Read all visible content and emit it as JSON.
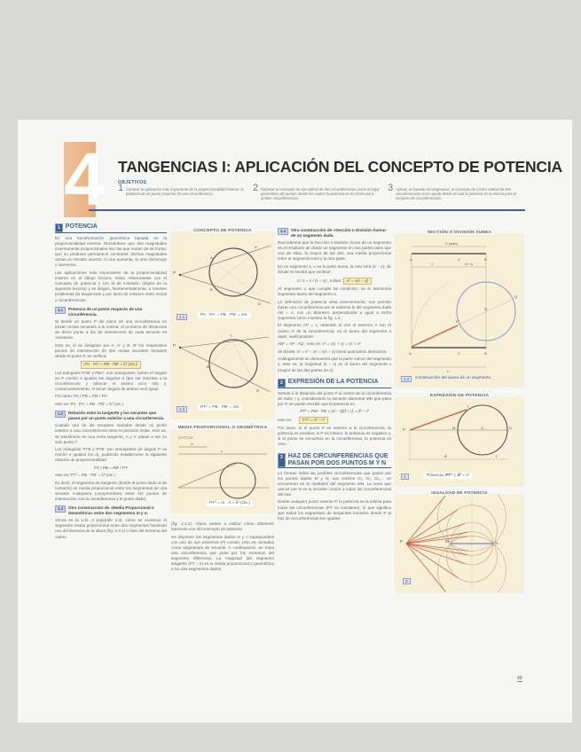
{
  "chapter": {
    "number": "4",
    "title": "TANGENCIAS I: APLICACIÓN DEL CONCEPTO DE POTENCIA"
  },
  "objectives": {
    "heading": "OBJETIVOS",
    "items": [
      {
        "n": "1",
        "text": "Conocer la aplicación más importante de la proporcionalidad inversa: la potencia de un punto respecto de una circunferencia."
      },
      {
        "n": "2",
        "text": "Razonar el concepto de eje radical de dos circunferencias como el lugar geométrico de puntos desde los cuales la potencia es la misma para ambas circunferencias."
      },
      {
        "n": "3",
        "text": "Aplicar, al trazado de tangencias, el concepto de centro radical de tres circunferencias como punto desde el cual la potencia es la misma para el conjunto de circunferencias."
      }
    ]
  },
  "col1": {
    "s1_badge": "1",
    "s1_title": "POTENCIA",
    "p1": "Es una transformación geométrica basada en la proporcionalidad inversa. Recuérdese que dos magnitudes inversamente proporcionales son las que varían de tal forma, que su producto permanece constante. Dichas magnitudes varían en sentido inverso: si una aumenta, la otra disminuye y viceversa.",
    "p2": "Las aplicaciones más importantes de la proporcionalidad inversa en el dibujo técnico, están relacionadas con el concepto de potencia y con el de inversión (objeto de la siguiente lección) y se dirigen, fundamentalmente, a resolver problemas de tangencias y por tanto de enlaces entre rectas y circunferencias.",
    "s11_badge": "1.1",
    "s11_title": "Potencia de un punto respecto de una circunferencia.",
    "p3": "Si desde un punto P del plano de una circunferencia se trazan rectas secantes a la misma, el producto de distancias de dicho punto a los de intersección de cada secante es constante.",
    "p4": "Esto es, si se designan por A, A' y B, B' los respectivos puntos de intersección de dos rectas secantes trazadas desde el punto P, se verifica:",
    "f1": "PA · PA' = PB · PB' = k² (cte.)",
    "p5": "Los triángulos PAB' y PBA', son semejantes, tienen el ángulo en P común e iguales los ángulos α (por ser inscritos a la circunferencia y abarcar el mismo arco AB) y, consecuentemente, el tercer ángulo de ambos será igual.",
    "f2a": "Por tanto:   PA / PB = PB' / PA'",
    "f2b": "esto es:   PA · PA' = PB · PB' = k² (cte.)",
    "s12_badge": "1.2",
    "s12_title": "Relación entre la tangente y las secantes que pasan por un punto exterior a una circunferencia.",
    "p6": "Cuando una de las secantes trazadas desde un punto exterior a una circunferencia toma la posición límite, esto es, se transforma en una recta tangente, A y A' pasan a ser un solo punto T.",
    "p7": "Los triángulos PTB y PTB' son semejantes (el ángulo P es común e iguales los α), pudiendo establecerse la siguiente relación de proporcionalidad:",
    "f3": "PT / PB = PB' / PT",
    "f4": "esto es:   PT² = PB · PB' = k² (cte.)",
    "p8": "Es decir, el segmento de tangente (desde el punto dado al de contacto) es media proporcional entre los segmentos de una secante cualquiera (comprendidos entre los puntos de intersección con la circunferencia y el punto dado).",
    "s13_badge": "1.3",
    "s13_title": "Otra construcción de «Media Proporcional o Geométrica» entre dos segmentos m y n.",
    "p9": "Vimos en la U.D. 2 (epígrafe 2.3), cómo se construía el segmento media proporcional entre dos segmentos haciendo uso del teorema de la altura (fig. 2.3.1) o bien del teorema del cateto"
  },
  "col2": {
    "panel1_title": "CONCEPTO DE POTENCIA",
    "fig11": "1.1",
    "fig11_formula": "PA · PA' = PB · PB' = cte.",
    "fig12": "1.2",
    "fig12_formula": "PT² = PB · PB' = cte.",
    "panel2_title": "MEDIA PROPORCIONAL O GEOMÉTRICA",
    "datos": "DATOS:",
    "fig2_formula": "PT² = m · n = k² (cte.)",
    "p1": "(fig. 2.3.2). Ahora vamos a indicar cómo obtenerlo haciendo uso del concepto de potencia.",
    "p2": "Se disponen los segmentos dados m y n superpuestos con uno de sus extremos (P) común, esto es, tomados como segmentos de secante. A continuación, se traza una circunferencia que pase por los extremos del segmento diferencia. La magnitud del segmento tangente (PT = k) es la media proporcional o geométrica a los dos segmentos dados."
  },
  "col3": {
    "s14_badge": "1.4",
    "s14_title": "Otra construcción de «Sección o División Áurea» de un segmento dado.",
    "p1": "Recordemos que la Sección o División Áurea de un segmento es el resultado de dividir un segmento en dos partes tales que una de ellas, la mayor de las dos, sea media proporcional entre el segmento total y la otra parte.",
    "p2": "En un segmento s, x es la parte áurea, la otra será (s − x); de donde se tendrá que verificar:",
    "f1": "s / x = x / (s − x)   ; o bien:",
    "f1box": "x² = s(s − x)",
    "p3": "Al segmento x que cumple tal condición, se lo denomina segmento áureo del segmento s.",
    "p4": "La definición de potencia vista anteriormente, nos permite trazar una circunferencia por el extremo B del segmento dado AB = s, con un diámetro perpendicular e igual a dicho segmento como muestra la fig. 1.4.",
    "p5": "El segmento AP = x, obtenido al unir el extremo A con el centro O de la circunferencia, es el áureo del segmento s dado, verificándose:",
    "f2": "AB² = AP · AQ ; esto es: s² = x(x + s) = xs + x²",
    "f3": "de donde:   x² = s² − xs = s(s − x)   como queríamos demostrar.",
    "p6": "Análogamente se demuestra que la parte menor del segmento s, esto es, la magnitud (s − x) es el áureo del segmento x (mayor de las dos partes de s).",
    "s2_badge": "2",
    "s2_title": "EXPRESIÓN DE LA POTENCIA",
    "p7": "Siendo d la distancia del punto P al centro de la circunferencia de radio r y, considerando la secante diametral MN que pasa por P, se puede escribir que la potencia es:",
    "f4": "PT² = PM · PN = (d − r)(d + r) = d² − r²",
    "f5a": "esto es:",
    "f5": "PT² = d² − r²",
    "p8": "Por tanto, si el punto P es exterior a la circunferencia, la potencia es positiva; si P es interior, la potencia es negativa y, si el punto se encuentra en la circunferencia, la potencia es cero.",
    "s3_badge": "3",
    "s3_title": "HAZ DE CIRCUNFERENCIAS QUE PASAN POR DOS PUNTOS M Y N",
    "p9": "Lo forman todas las posibles circunferencias que pasan por los puntos dados M y N; sus centros O₁, O₂, O₃,... se encuentran en la mediatriz del segmento MN. La recta que une M con N es la secante común a todas las circunferencias del haz.",
    "p10": "Desde cualquier punto exterior P, la potencia es la misma para todas las circunferencias (PT es constante), lo que significa que todos los segmentos de tangentes trazados desde P al haz de circunferencias son iguales."
  },
  "col4": {
    "panel1_title": "SECCIÓN O DIVISIÓN ÁUREA",
    "s_dato": "S (dato)",
    "fig14": "1.4",
    "fig14_caption": "Construcción del áureo de un segmento.",
    "panel2_title": "EXPRESIÓN DE POTENCIA",
    "fig2": "2",
    "fig2_label": "Potencia:",
    "fig2_formula": "PT² = d² − r²",
    "panel3_title": "IGUALDAD DE POTENCIA",
    "fig3": "3"
  },
  "page_number": "49",
  "colors": {
    "accent": "#3e5e96",
    "chapter_orange": "#e9a16a",
    "panel_bg": "#f8f0d6",
    "tangent_red": "#c9603f"
  }
}
